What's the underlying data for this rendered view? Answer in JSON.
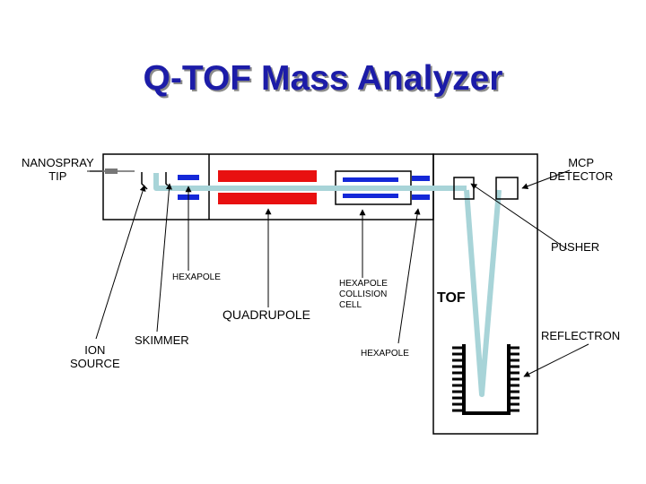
{
  "title": "Q-TOF Mass Analyzer",
  "labels": {
    "nanospray_tip": [
      "NANOSPRAY",
      "TIP"
    ],
    "mcp_detector": [
      "MCP",
      "DETECTOR"
    ],
    "pusher": "PUSHER",
    "hexapole_top": "HEXAPOLE",
    "quadrupole": "QUADRUPOLE",
    "hexapole_collision_cell": [
      "HEXAPOLE",
      "COLLISION",
      "CELL"
    ],
    "tof": "TOF",
    "reflectron": "REFLECTRON",
    "ion_source": [
      "ION",
      "SOURCE"
    ],
    "skimmer": "SKIMMER",
    "hexapole_bottom": "HEXAPOLE"
  },
  "colors": {
    "title": "#1c1ca8",
    "ion_beam": "#a8d4d8",
    "quadrupole_rods": "#e81010",
    "hexapole_rods": "#1428d8",
    "outline": "#000000"
  }
}
